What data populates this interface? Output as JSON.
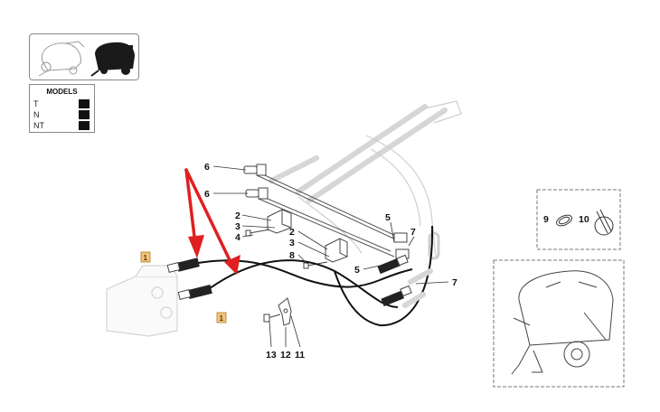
{
  "models": {
    "title": "MODELS",
    "rows": [
      {
        "label": "T"
      },
      {
        "label": "N"
      },
      {
        "label": "NT"
      }
    ]
  },
  "callouts": {
    "c6a": "6",
    "c6b": "6",
    "c2a": "2",
    "c3a": "3",
    "c4": "4",
    "c2b": "2",
    "c3b": "3",
    "c8": "8",
    "c5a": "5",
    "c7a": "7",
    "c5b": "5",
    "c7b": "7",
    "c9": "9",
    "c10": "10",
    "c13": "13",
    "c12": "12",
    "c11": "11"
  },
  "ref_tags": {
    "tag_top": "1",
    "tag_bottom": "1"
  },
  "colors": {
    "arrow": "#e02020",
    "line": "#444444",
    "hose": "#111111",
    "ghost": "#d9d9d9",
    "tag": "#f2c37a"
  }
}
